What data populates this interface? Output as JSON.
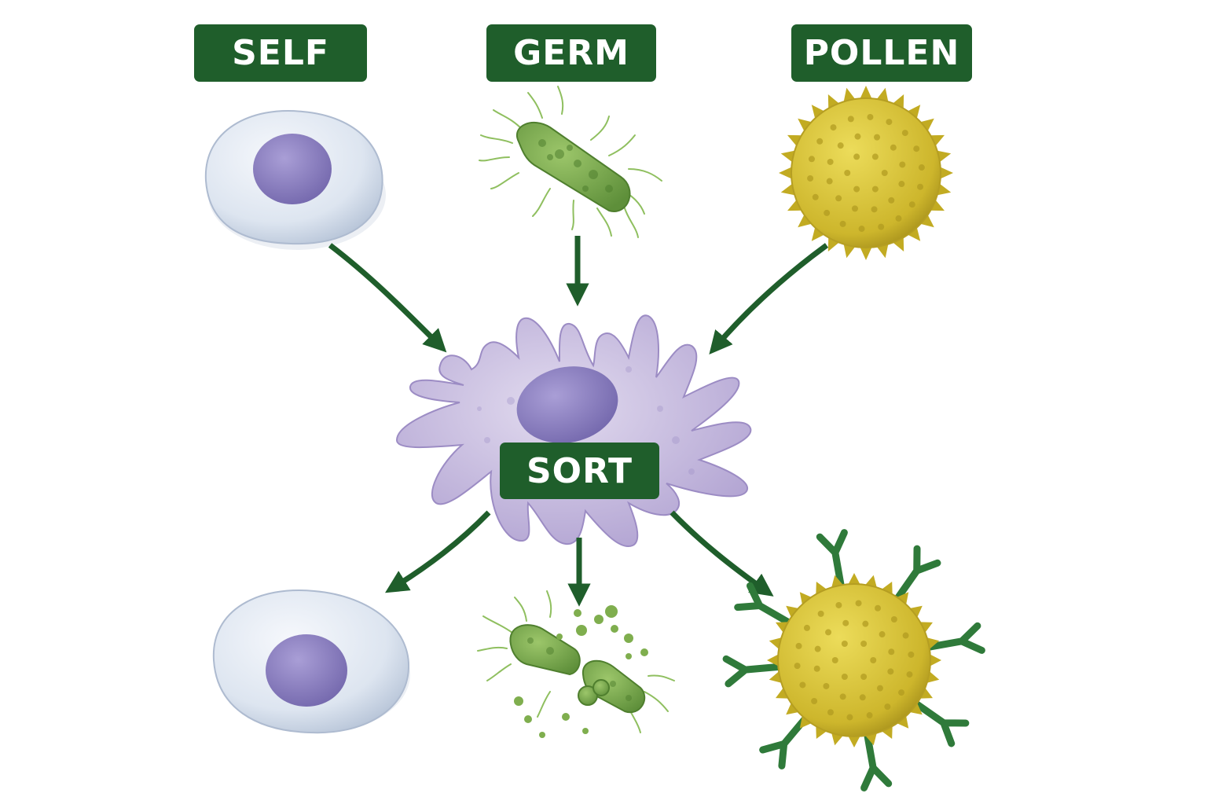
{
  "labels": {
    "self": "SELF",
    "germ": "GERM",
    "pollen": "POLLEN",
    "sort": "SORT"
  },
  "colors": {
    "label_bg": "#1f5e2b",
    "arrow": "#1f5e2b",
    "self_cell": "#e6ecf4",
    "nucleus": "#8d7fc2",
    "germ": "#7daa4a",
    "pollen": "#d9c437",
    "sorter_cell": "#cbbfe2",
    "antibody": "#2f7a3a"
  },
  "icons": {
    "self_cell_top": "self-cell-icon",
    "germ_top": "bacterium-icon",
    "pollen_top": "pollen-grain-icon",
    "sorter": "dendritic-cell-icon",
    "self_cell_bottom": "unharmed-self-cell-icon",
    "germ_bottom": "destroyed-bacterium-icon",
    "pollen_bottom": "antibody-tagged-pollen-icon"
  }
}
